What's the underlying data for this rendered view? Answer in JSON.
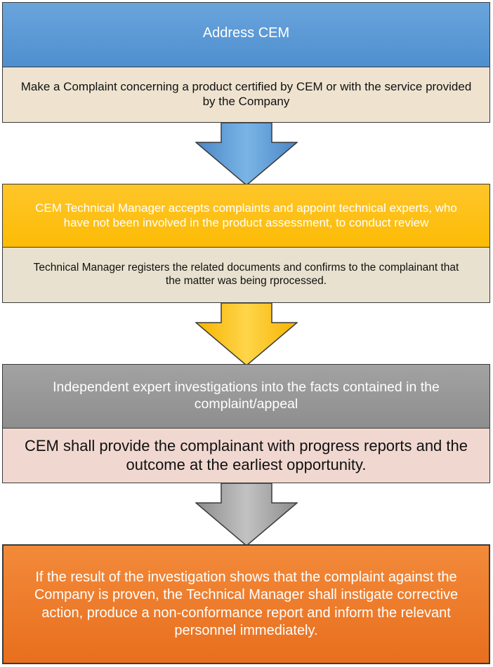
{
  "steps": [
    {
      "header": "Address CEM",
      "detail": "Make a Complaint concerning a product certified by CEM or with the service provided by the Company"
    },
    {
      "header": "CEM Technical Manager accepts complaints and appoint technical experts, who have not been involved in the product assessment, to conduct review",
      "detail": "Technical Manager registers the related documents and confirms to the complainant that the matter was being rprocessed."
    },
    {
      "header": "Independent  expert investigations into the facts contained in the complaint/appeal",
      "detail": "CEM shall provide the complainant with progress reports and the outcome at the earliest opportunity."
    },
    {
      "header": "If the result of the investigation shows that the complaint against the Company is proven, the Technical Manager shall instigate corrective action, produce a non-conformance report and inform the relevant personnel immediately."
    }
  ],
  "colors": {
    "step1": "#5b9bd5",
    "step2": "#ffc000",
    "step3": "#999999",
    "step4": "#ed7d31",
    "detail1": "#efe3d0",
    "detail2": "#e8e1cf",
    "detail3": "#f0d8d0"
  }
}
